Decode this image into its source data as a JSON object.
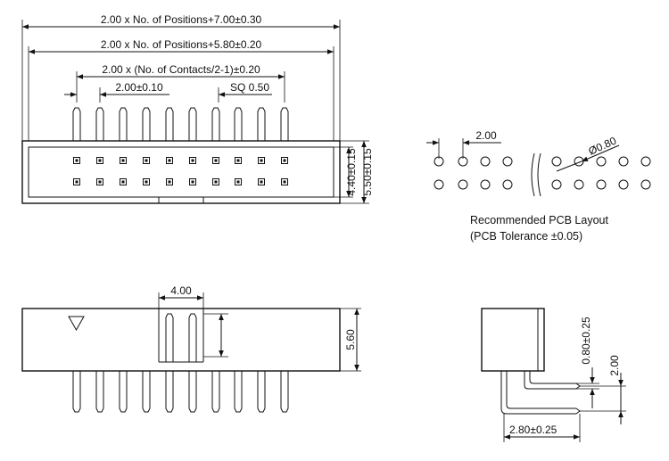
{
  "dimensions": {
    "overall_length": "2.00 x No. of Positions+7.00±0.30",
    "inner_length": "2.00 x No. of Positions+5.80±0.20",
    "contact_span": "2.00 x (No. of Contacts/2-1)±0.20",
    "pin_pitch": "2.00±0.10",
    "pin_square": "SQ 0.50",
    "body_inner_height": "4.40±0.15",
    "body_outer_height": "5.50±0.15",
    "key_width": "4.00",
    "side_height": "5.60",
    "pin_height": "0.80±0.25",
    "row_pitch": "2.00",
    "pin_offset": "2.80±0.25"
  },
  "pcb_layout": {
    "pitch_label": "2.00",
    "hole_diameter": "Ø0.80",
    "title": "Recommended PCB Layout",
    "tolerance": "(PCB Tolerance ±0.05)"
  }
}
